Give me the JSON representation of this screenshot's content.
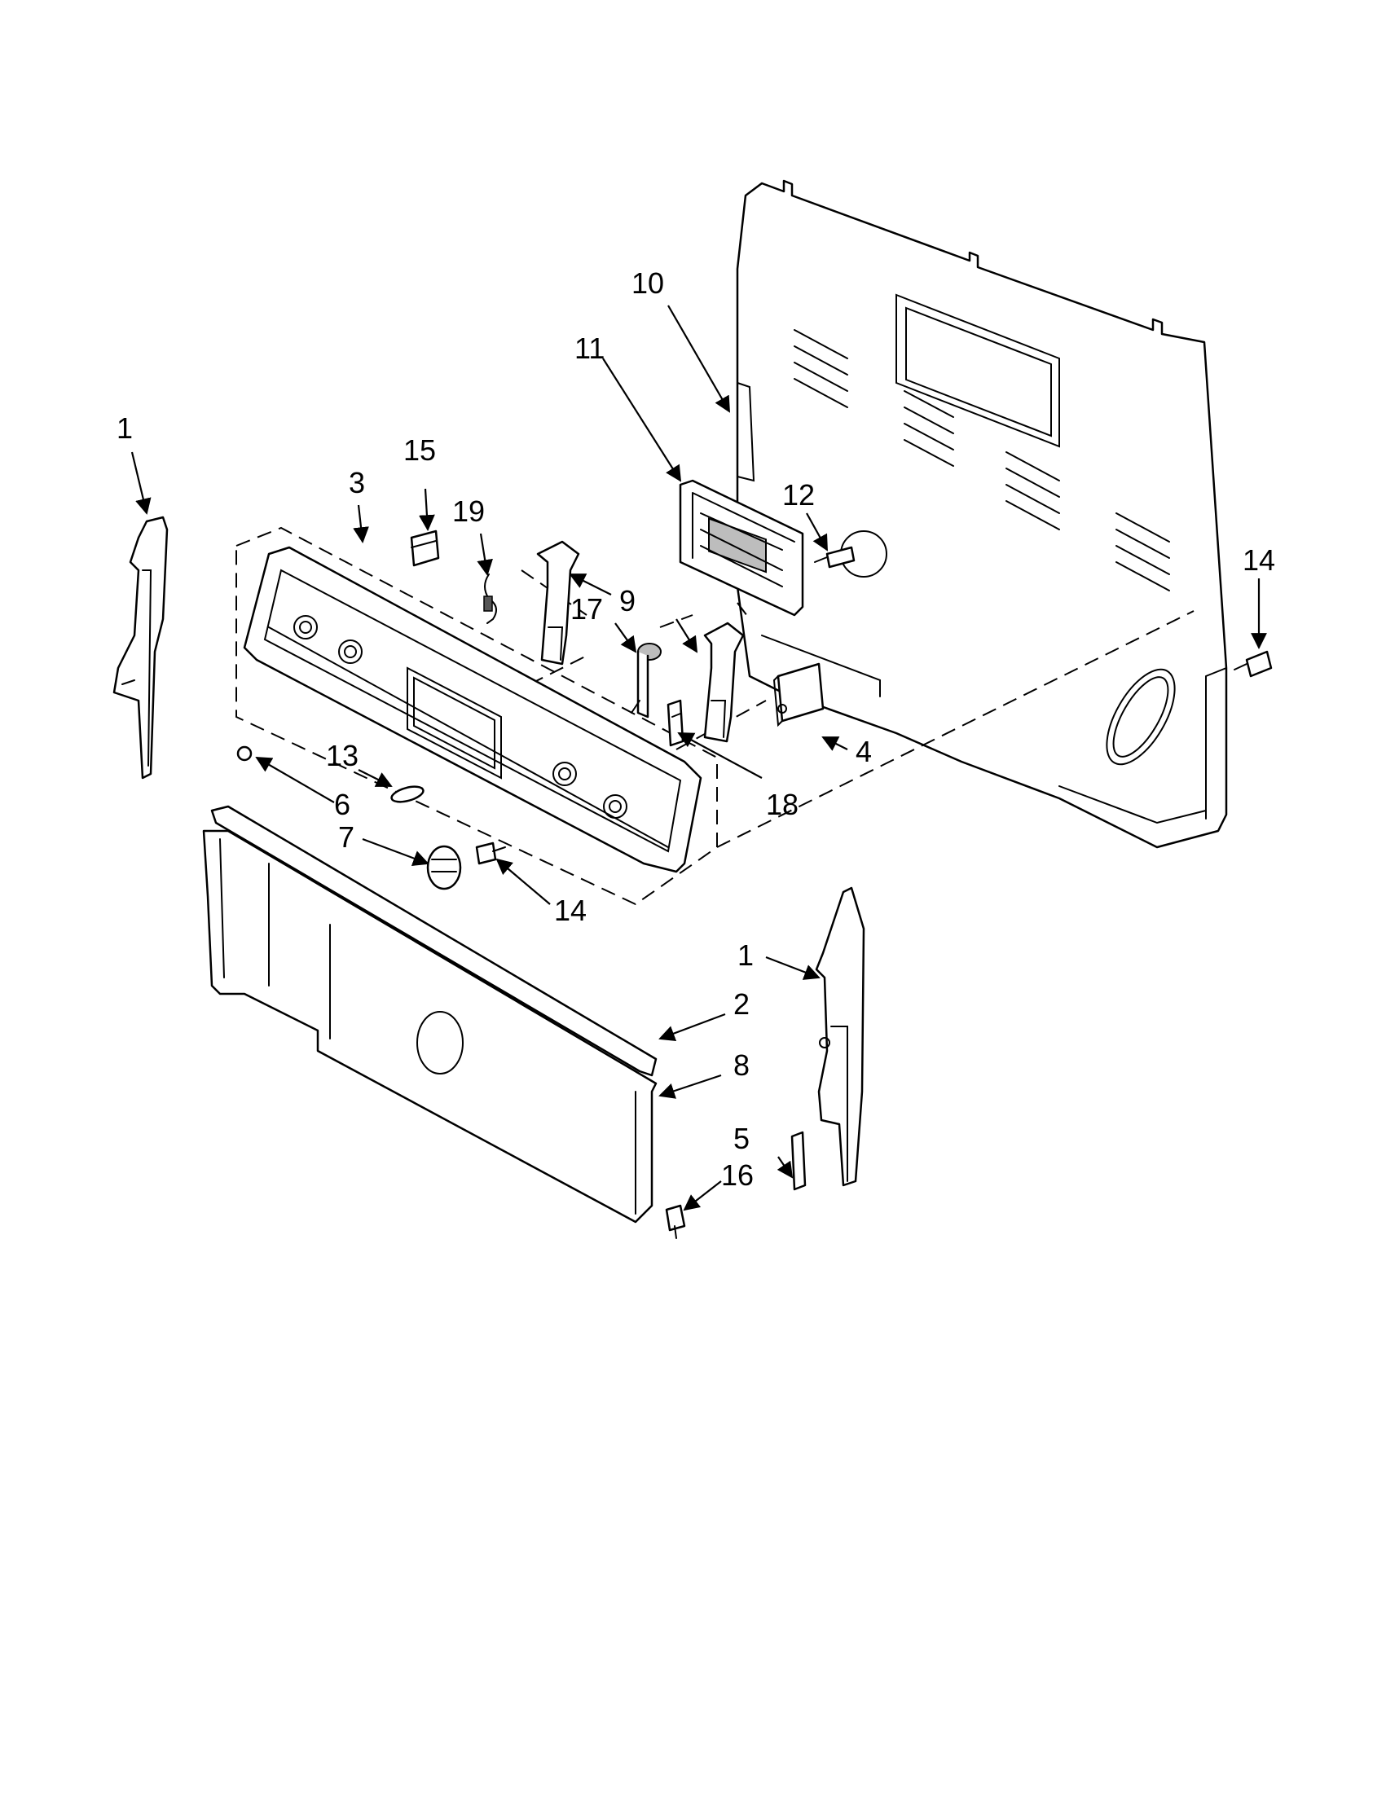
{
  "callouts": [
    {
      "id": "c1a",
      "text": "1"
    },
    {
      "id": "c1b",
      "text": "1"
    },
    {
      "id": "c2",
      "text": "2"
    },
    {
      "id": "c3",
      "text": "3"
    },
    {
      "id": "c4",
      "text": "4"
    },
    {
      "id": "c5",
      "text": "5"
    },
    {
      "id": "c6",
      "text": "6"
    },
    {
      "id": "c7",
      "text": "7"
    },
    {
      "id": "c8",
      "text": "8"
    },
    {
      "id": "c9",
      "text": "9"
    },
    {
      "id": "c10",
      "text": "10"
    },
    {
      "id": "c11",
      "text": "11"
    },
    {
      "id": "c12",
      "text": "12"
    },
    {
      "id": "c13",
      "text": "13"
    },
    {
      "id": "c14a",
      "text": "14"
    },
    {
      "id": "c14b",
      "text": "14"
    },
    {
      "id": "c15",
      "text": "15"
    },
    {
      "id": "c16",
      "text": "16"
    },
    {
      "id": "c17",
      "text": "17"
    },
    {
      "id": "c18",
      "text": "18"
    },
    {
      "id": "c19",
      "text": "19"
    }
  ]
}
